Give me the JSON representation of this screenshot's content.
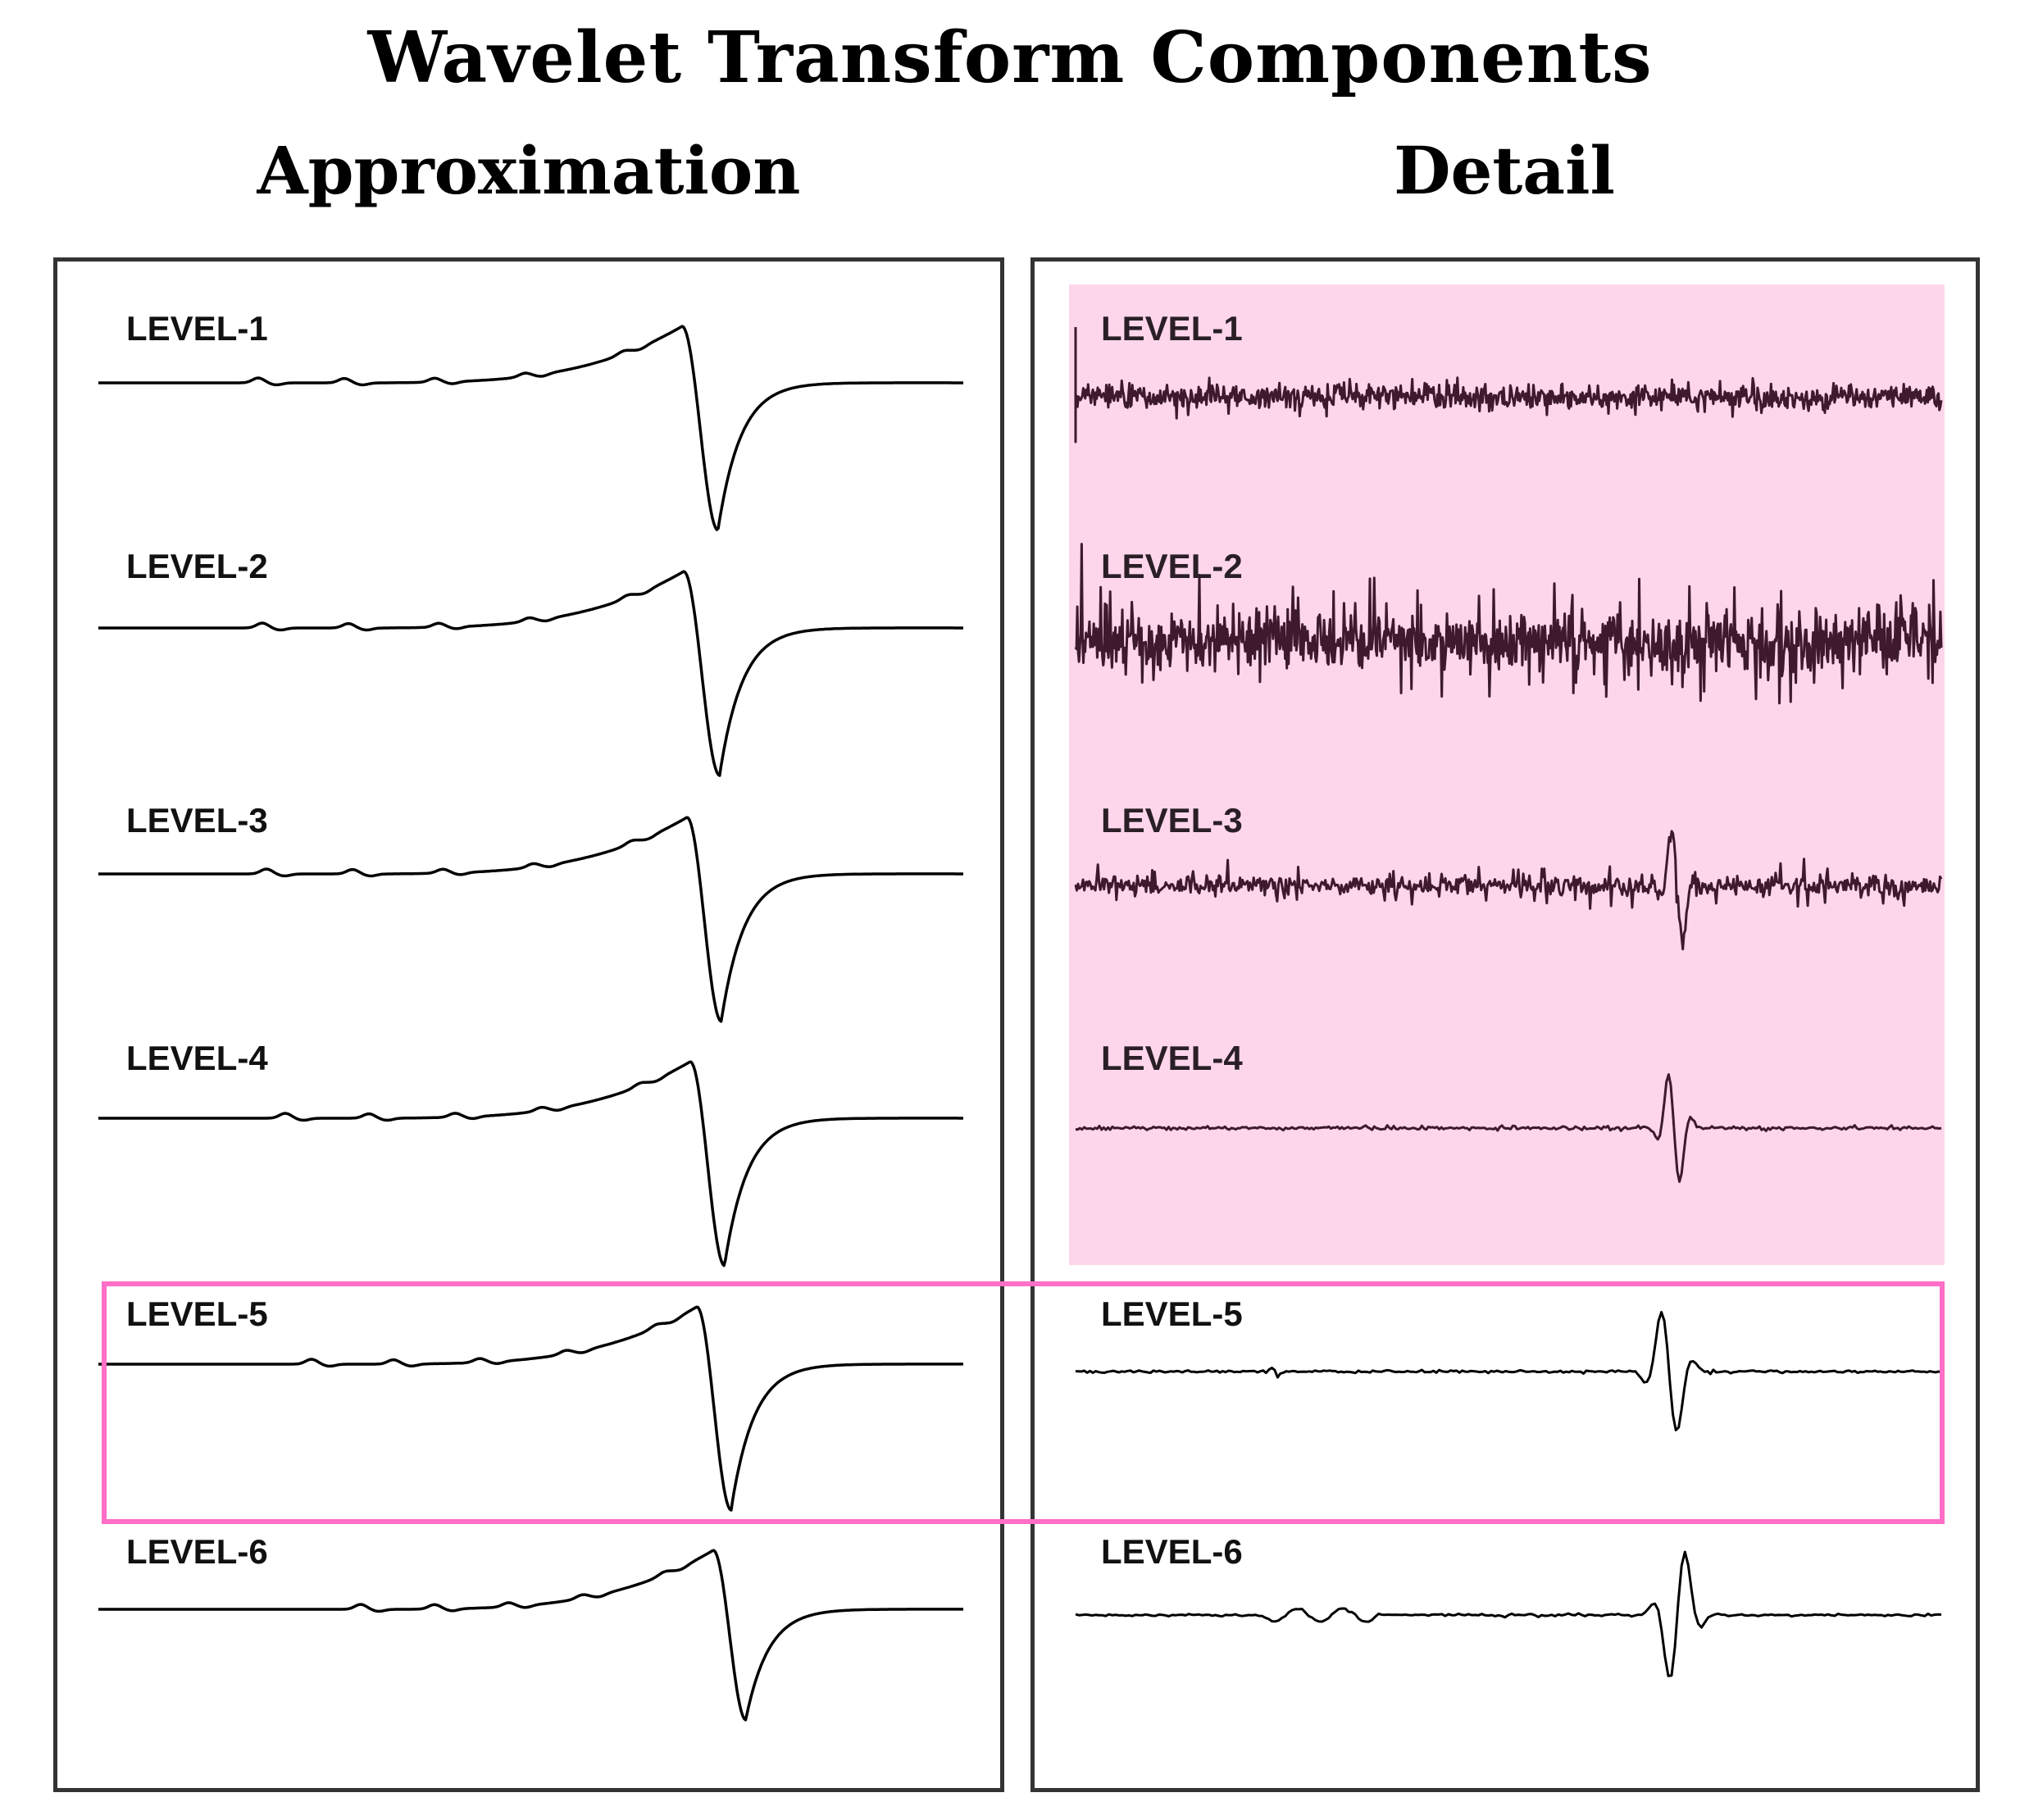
{
  "title": "Wavelet Transform Components",
  "columns": {
    "approximation": "Approximation",
    "detail": "Detail"
  },
  "approximation_levels": [
    "LEVEL-1",
    "LEVEL-2",
    "LEVEL-3",
    "LEVEL-4",
    "LEVEL-5",
    "LEVEL-6"
  ],
  "detail_levels": [
    "LEVEL-1",
    "LEVEL-2",
    "LEVEL-3",
    "LEVEL-4",
    "LEVEL-5",
    "LEVEL-6"
  ],
  "colors": {
    "highlight_region_fill": "#fdd6ec",
    "highlight_box_border": "#ff6ec7",
    "detail_trace_in_region": "#3d1a2e",
    "trace_default": "#000000",
    "panel_border": "#333333"
  }
}
